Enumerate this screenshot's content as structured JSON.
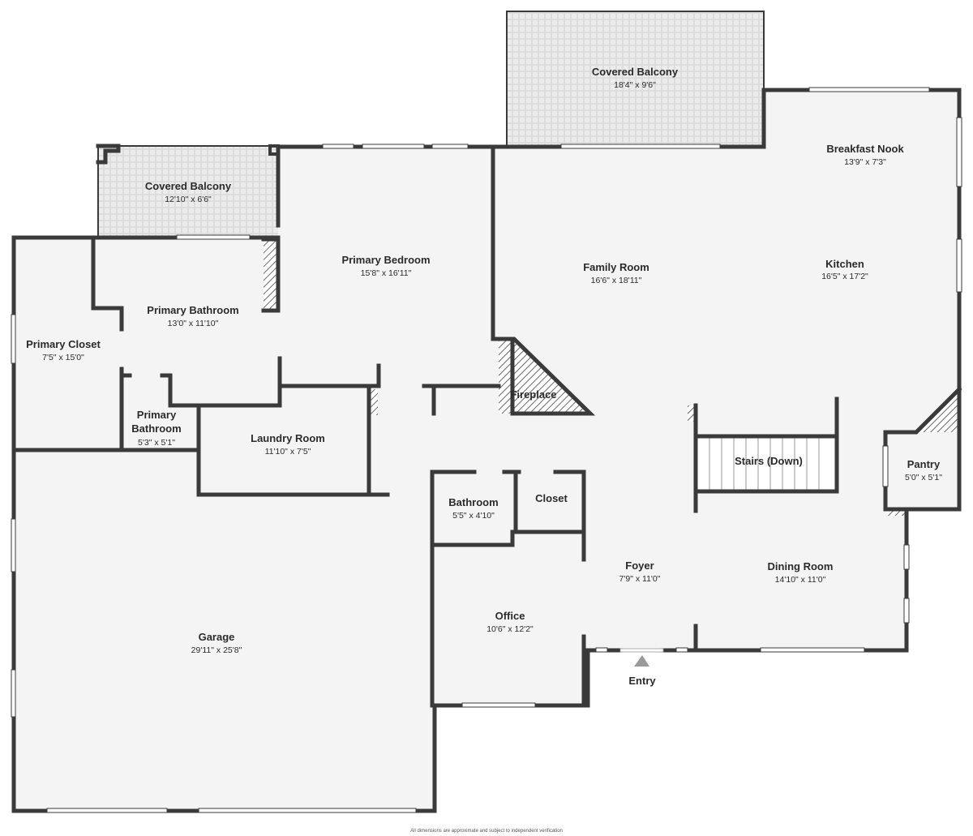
{
  "rooms": {
    "covered_balcony_top": {
      "name": "Covered Balcony",
      "dims": "18'4\" x 9'6\""
    },
    "covered_balcony_left": {
      "name": "Covered Balcony",
      "dims": "12'10\" x 6'6\""
    },
    "breakfast_nook": {
      "name": "Breakfast Nook",
      "dims": "13'9\" x 7'3\""
    },
    "primary_bedroom": {
      "name": "Primary Bedroom",
      "dims": "15'8\" x 16'11\""
    },
    "family_room": {
      "name": "Family Room",
      "dims": "16'6\" x 18'11\""
    },
    "kitchen": {
      "name": "Kitchen",
      "dims": "16'5\" x 17'2\""
    },
    "primary_bathroom": {
      "name": "Primary Bathroom",
      "dims": "13'0\" x 11'10\""
    },
    "primary_closet": {
      "name": "Primary Closet",
      "dims": "7'5\" x 15'0\""
    },
    "fireplace": {
      "name": "Fireplace"
    },
    "primary_bathroom_small": {
      "name_line1": "Primary",
      "name_line2": "Bathroom",
      "dims": "5'3\" x 5'1\""
    },
    "laundry_room": {
      "name": "Laundry Room",
      "dims": "11'10\" x 7'5\""
    },
    "stairs": {
      "name": "Stairs (Down)"
    },
    "pantry": {
      "name": "Pantry",
      "dims": "5'0\" x 5'1\""
    },
    "bathroom": {
      "name": "Bathroom",
      "dims": "5'5\" x 4'10\""
    },
    "closet": {
      "name": "Closet"
    },
    "foyer": {
      "name": "Foyer",
      "dims": "7'9\" x 11'0\""
    },
    "dining_room": {
      "name": "Dining Room",
      "dims": "14'10\" x 11'0\""
    },
    "office": {
      "name": "Office",
      "dims": "10'6\" x 12'2\""
    },
    "garage": {
      "name": "Garage",
      "dims": "29'11\" x 25'8\""
    }
  },
  "entry_label": "Entry",
  "disclaimer": "All dimensions are approximate and subject to independent verification",
  "colors": {
    "wall": "#3a3a3a",
    "floor": "#f4f4f4",
    "balcony": "#ececec",
    "entry_arrow": "#9a9a9a"
  }
}
